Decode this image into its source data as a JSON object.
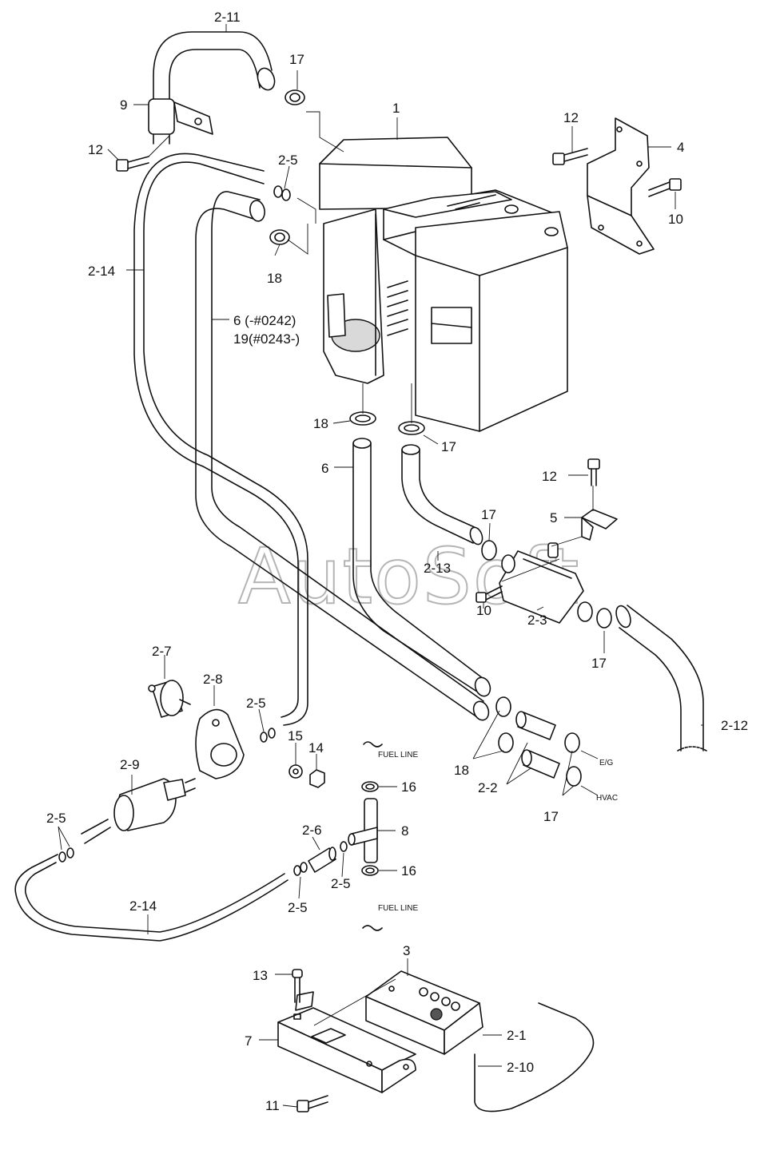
{
  "watermark": "AutoSoft",
  "notes": {
    "fuel_line_top": "FUEL LINE",
    "fuel_line_bottom": "FUEL LINE",
    "eg": "E/G",
    "hvac": "HVAC"
  },
  "labels": {
    "p2_11": "2-11",
    "p17_a": "17",
    "p9": "9",
    "p12_a": "12",
    "p1": "1",
    "p12_b": "12",
    "p4": "4",
    "p2_5_a": "2-5",
    "p10_a": "10",
    "p2_14_a": "2-14",
    "p18_a": "18",
    "p6_19_line1": "6 (-#0242)",
    "p6_19_line2": "19(#0243-)",
    "p18_b": "18",
    "p17_b": "17",
    "p6": "6",
    "p12_c": "12",
    "p5": "5",
    "p17_c": "17",
    "p2_13": "2-13",
    "p10_b": "10",
    "p2_3": "2-3",
    "p17_d": "17",
    "p2_7": "2-7",
    "p2_8": "2-8",
    "p2_5_b": "2-5",
    "p15": "15",
    "p14": "14",
    "p2_12": "2-12",
    "p18_c": "18",
    "p2_2": "2-2",
    "p17_e": "17",
    "p16_a": "16",
    "p2_9": "2-9",
    "p2_5_c": "2-5",
    "p8": "8",
    "p2_6": "2-6",
    "p2_5_d": "2-5",
    "p16_b": "16",
    "p2_14_b": "2-14",
    "p2_5_e": "2-5",
    "p3": "3",
    "p13": "13",
    "p7": "7",
    "p2_1": "2-1",
    "p2_10": "2-10",
    "p11": "11"
  }
}
